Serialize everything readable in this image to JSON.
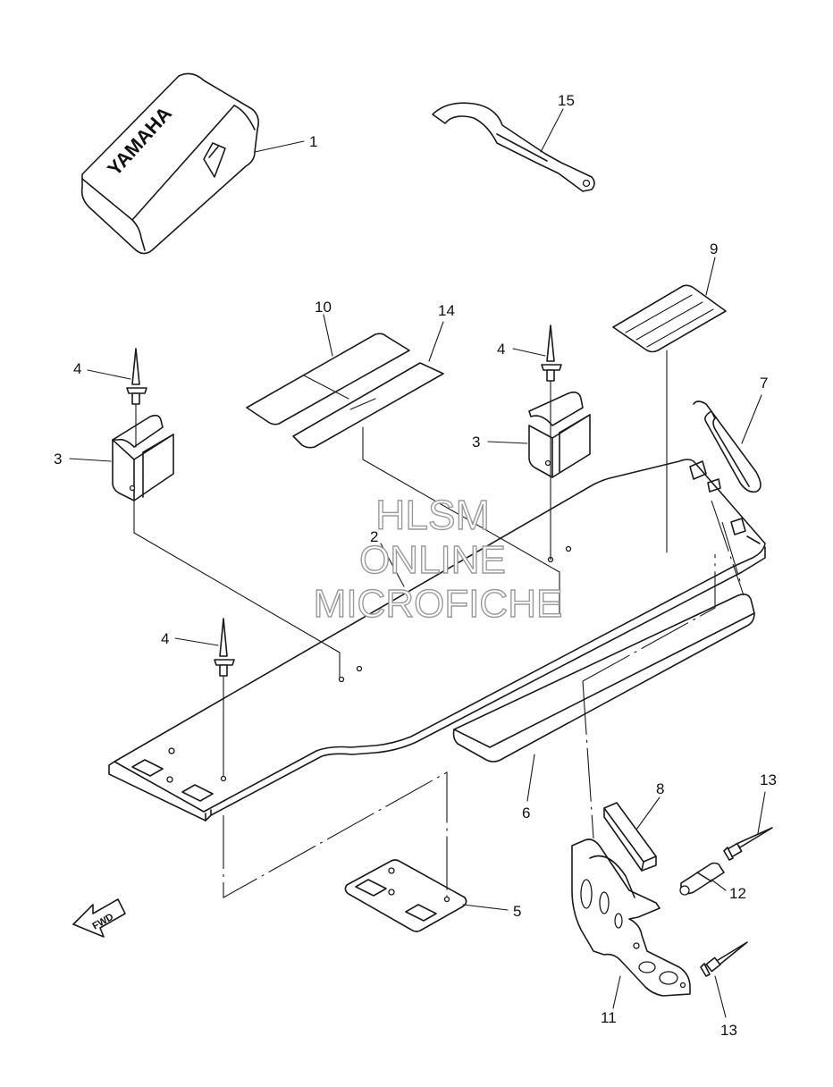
{
  "diagram": {
    "brand_text": "YAMAHA",
    "fwd_label": "FWD",
    "watermark": {
      "line1": "HLSM",
      "line2": "ONLINE",
      "line3": "MICROFICHE"
    },
    "callouts": {
      "c1": "1",
      "c2": "2",
      "c3a": "3",
      "c3b": "3",
      "c4a": "4",
      "c4b": "4",
      "c4c": "4",
      "c5": "5",
      "c6": "6",
      "c7": "7",
      "c8": "8",
      "c9": "9",
      "c10": "10",
      "c11": "11",
      "c12": "12",
      "c13a": "13",
      "c13b": "13",
      "c14": "14",
      "c15": "15"
    }
  }
}
